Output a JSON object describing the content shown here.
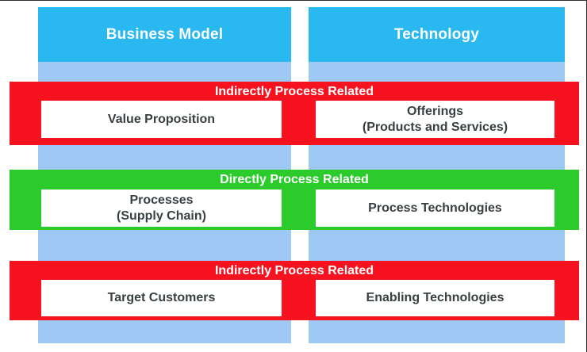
{
  "colors": {
    "header_bg": "#29B8F0",
    "column_bg": "#9DC9F4",
    "red_band": "#F6121E",
    "green_band": "#2ACB2A",
    "band_label_text": "#FFFFFF",
    "cell_text": "#394042"
  },
  "columns": [
    {
      "id": "business-model",
      "header": "Business Model"
    },
    {
      "id": "technology",
      "header": "Technology"
    }
  ],
  "bands": [
    {
      "id": "indirectly-process-related-top",
      "type": "red",
      "label": "Indirectly Process Related",
      "cells": [
        {
          "lines": [
            "Value Proposition"
          ]
        },
        {
          "lines": [
            "Offerings",
            "(Products and Services)"
          ]
        }
      ]
    },
    {
      "id": "directly-process-related",
      "type": "green",
      "label": "Directly Process Related",
      "cells": [
        {
          "lines": [
            "Processes",
            "(Supply Chain)"
          ]
        },
        {
          "lines": [
            "Process Technologies"
          ]
        }
      ]
    },
    {
      "id": "indirectly-process-related-bottom",
      "type": "red",
      "label": "Indirectly Process Related",
      "cells": [
        {
          "lines": [
            "Target Customers"
          ]
        },
        {
          "lines": [
            "Enabling Technologies"
          ]
        }
      ]
    }
  ]
}
